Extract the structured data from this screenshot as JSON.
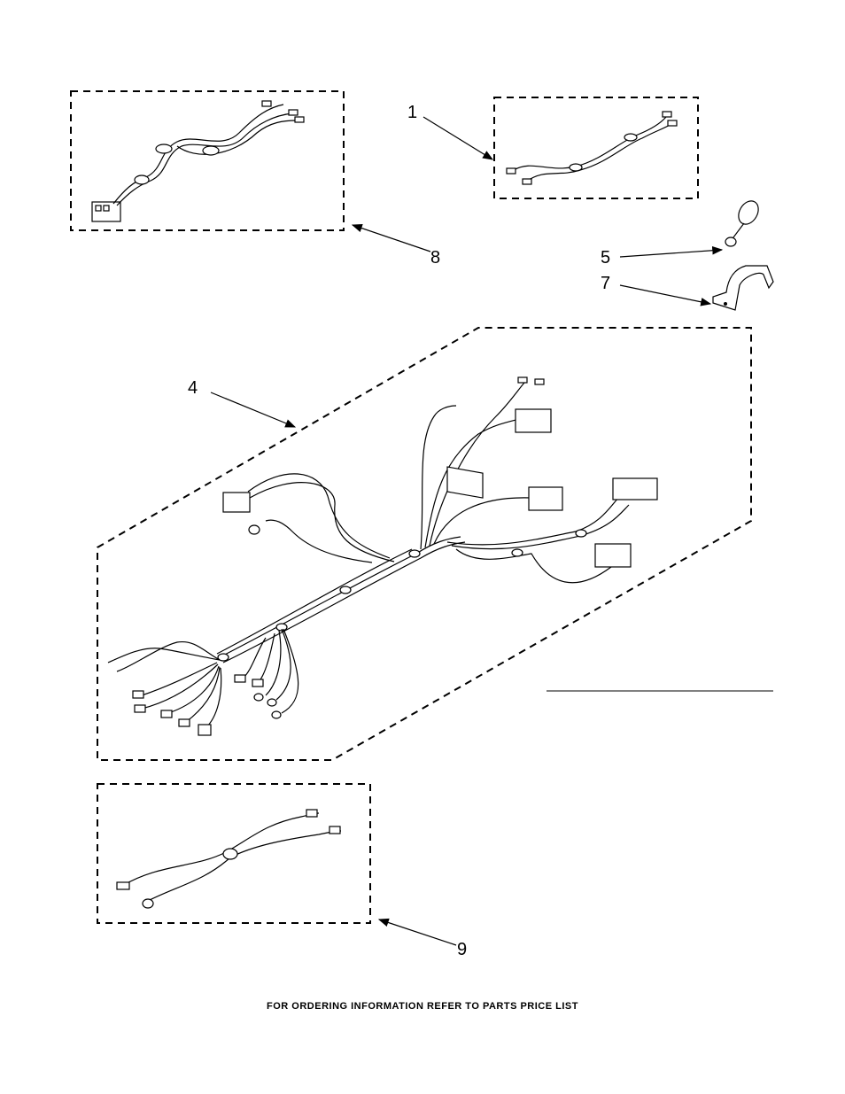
{
  "callouts": {
    "c1": "1",
    "c4": "4",
    "c5": "5",
    "c7": "7",
    "c8": "8",
    "c9": "9"
  },
  "footer_text": "FOR ORDERING INFORMATION REFER TO PARTS PRICE LIST"
}
